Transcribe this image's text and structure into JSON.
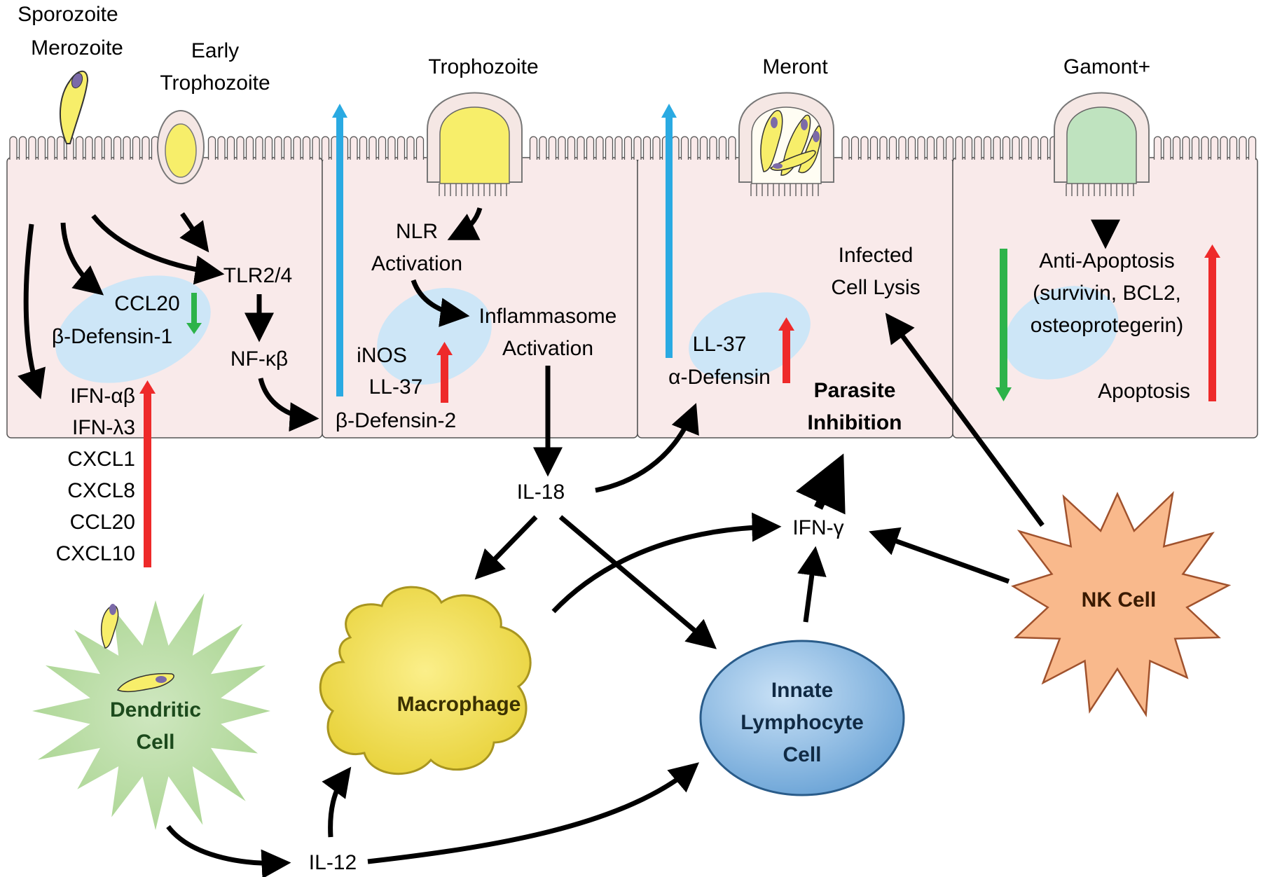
{
  "stages": {
    "sporozoite_line1": "Sporozoite",
    "sporozoite_line2": "Merozoite",
    "early_line1": "Early",
    "early_line2": "Trophozoite",
    "trophozoite": "Trophozoite",
    "meront": "Meront",
    "gamont": "Gamont+"
  },
  "cell1": {
    "tlr": "TLR2/4",
    "nfkb": "NF-κβ",
    "ccl20": "CCL20",
    "bdef1": "β-Defensin-1",
    "list": [
      "IFN-αβ",
      "IFN-λ3",
      "CXCL1",
      "CXCL8",
      "CCL20",
      "CXCL10"
    ]
  },
  "cell2": {
    "nlr1": "NLR",
    "nlr2": "Activation",
    "inflam1": "Inflammasome",
    "inflam2": "Activation",
    "inos": "iNOS",
    "ll37": "LL-37",
    "bdef2": "β-Defensin-2"
  },
  "cell3": {
    "ll37": "LL-37",
    "adef": "α-Defensin",
    "lysis1": "Infected",
    "lysis2": "Cell Lysis",
    "inhib1": "Parasite",
    "inhib2": "Inhibition"
  },
  "cell4": {
    "anti1": "Anti-Apoptosis",
    "anti2": "(survivin, BCL2,",
    "anti3": "osteoprotegerin)",
    "apoptosis": "Apoptosis"
  },
  "cytokines": {
    "il18": "IL-18",
    "ifng": "IFN-γ",
    "il12": "IL-12"
  },
  "immune_cells": {
    "dendritic1": "Dendritic",
    "dendritic2": "Cell",
    "macrophage": "Macrophage",
    "ilc1": "Innate",
    "ilc2": "Lymphocyte",
    "ilc3": "Cell",
    "nk": "NK Cell"
  },
  "colors": {
    "cell_fill": "#f9eaea",
    "nucleus": "#cde6f7",
    "parasite": "#f7ee6a",
    "gamont": "#bfe3bf",
    "up_red": "#ee2a2a",
    "down_green": "#2db34a",
    "cyan": "#2aaae2",
    "dendritic": "#a8d48f",
    "nk": "#f9b98c",
    "ilc": "#8fbde6",
    "macrophage": "#f7e35a"
  }
}
